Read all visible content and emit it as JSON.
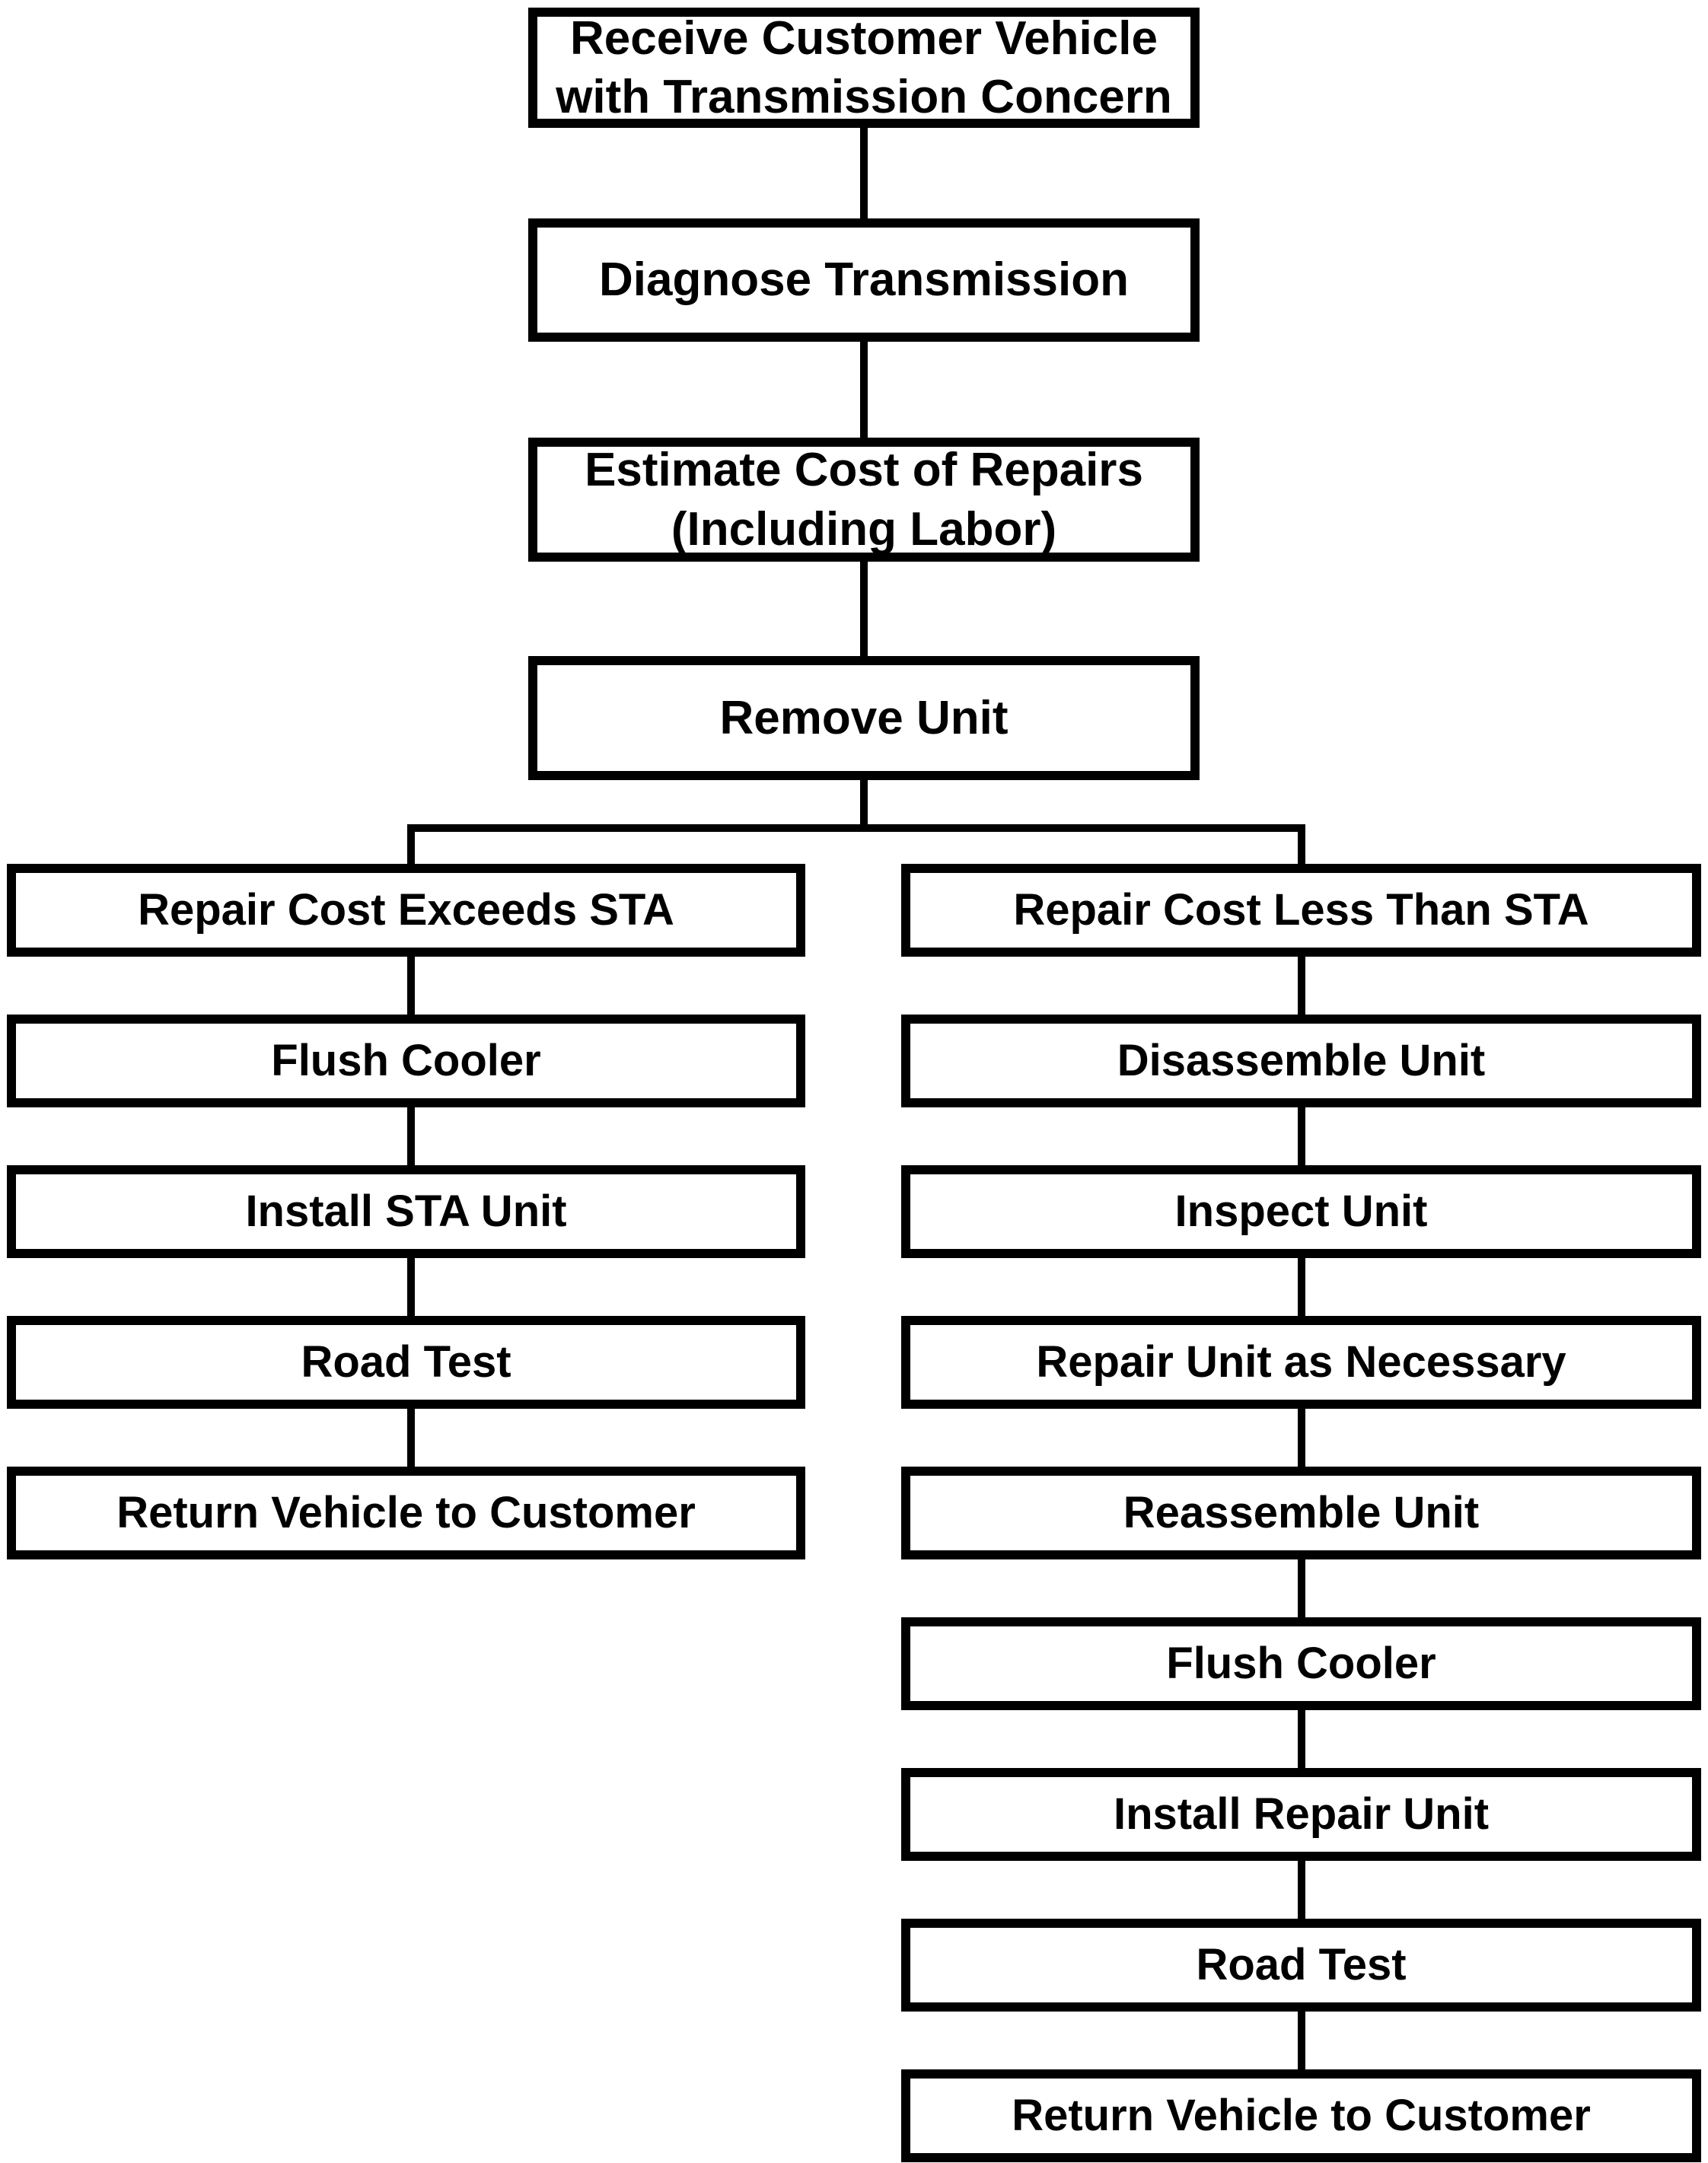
{
  "colors": {
    "ink": "#000000",
    "paper": "#ffffff"
  },
  "flow": {
    "top": [
      {
        "label": "Receive Customer Vehicle with Transmission Concern"
      },
      {
        "label": "Diagnose Transmission"
      },
      {
        "label": "Estimate Cost of Repairs (Including Labor)"
      },
      {
        "label": "Remove Unit"
      }
    ],
    "left_branch": {
      "condition": "Repair Cost Exceeds STA",
      "steps": [
        "Flush Cooler",
        "Install STA Unit",
        "Road Test",
        "Return Vehicle to Customer"
      ]
    },
    "right_branch": {
      "condition": "Repair Cost Less Than STA",
      "steps": [
        "Disassemble Unit",
        "Inspect Unit",
        "Repair Unit as Necessary",
        "Reassemble Unit",
        "Flush Cooler",
        "Install Repair Unit",
        "Road Test",
        "Return Vehicle to Customer"
      ]
    }
  }
}
